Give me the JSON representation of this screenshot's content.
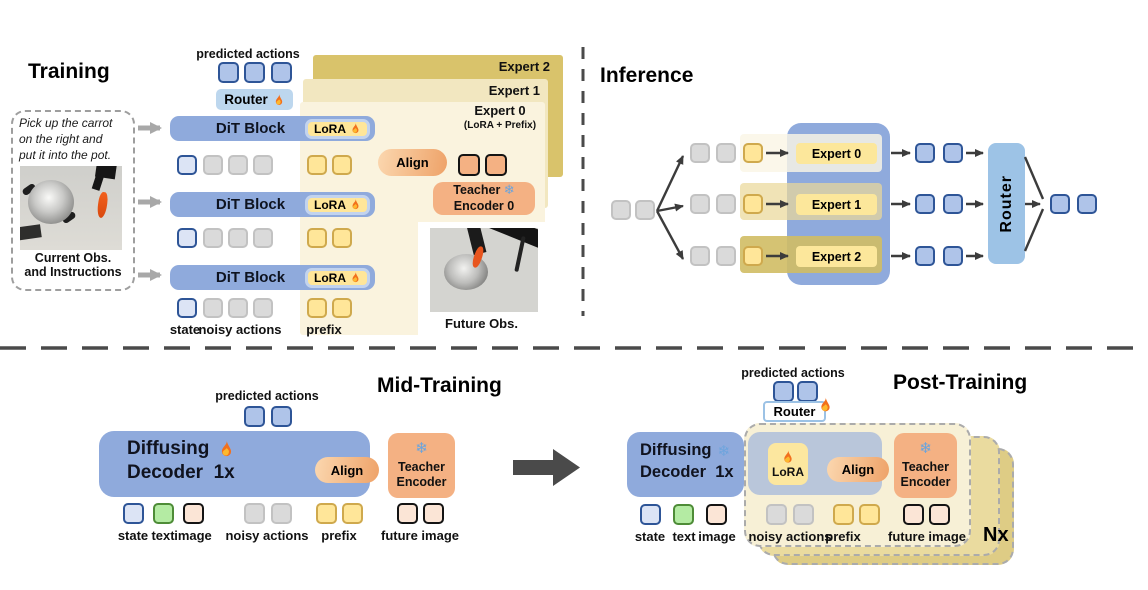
{
  "icons": {
    "snowflake": "❄",
    "flame": "flame"
  },
  "colors": {
    "block_blue": "#8FAADC",
    "router_light_blue": "#BDD7EE",
    "inference_router_blue": "#9DC3E6",
    "teacher_orange": "#F4B183",
    "expert_yellow": "#FFE699",
    "expert_layer_2": "#D9C36B",
    "expert_layer_1": "#F2E7C0",
    "expert_layer_0": "#FAF3DE"
  },
  "training": {
    "title": "Training",
    "instruction": {
      "lines": [
        "Pick up the carrot",
        "on the right and",
        "put it into the pot."
      ],
      "caption": [
        "Current Obs.",
        "and Instructions"
      ]
    },
    "predicted_actions": "predicted actions",
    "router": "Router",
    "dit_block": "DiT Block",
    "lora": "LoRA",
    "align": "Align",
    "teacher": [
      "Teacher",
      "Encoder 0"
    ],
    "experts": {
      "e2": "Expert 2",
      "e1": "Expert 1",
      "e0": "Expert 0",
      "e0_sub": "(LoRA + Prefix)"
    },
    "future_obs": "Future Obs.",
    "labels": {
      "state": "state",
      "noisy": "noisy actions",
      "prefix": "prefix"
    }
  },
  "inference": {
    "title": "Inference",
    "experts": [
      "Expert 0",
      "Expert 1",
      "Expert 2"
    ],
    "router": "Router"
  },
  "mid_training": {
    "title": "Mid-Training",
    "predicted_actions": "predicted actions",
    "decoder": [
      "Diffusing",
      "Decoder  1x"
    ],
    "align": "Align",
    "teacher": [
      "Teacher",
      "Encoder"
    ],
    "labels": [
      "state",
      "text",
      "image",
      "noisy actions",
      "prefix",
      "future image"
    ]
  },
  "post_training": {
    "title": "Post-Training",
    "predicted_actions": "predicted actions",
    "router": "Router",
    "decoder": [
      "Diffusing",
      "Decoder  1x"
    ],
    "lora": "LoRA",
    "align": "Align",
    "teacher": [
      "Teacher",
      "Encoder"
    ],
    "labels": [
      "state",
      "text",
      "image",
      "noisy actions",
      "prefix",
      "future image"
    ],
    "nx": "Nx"
  }
}
